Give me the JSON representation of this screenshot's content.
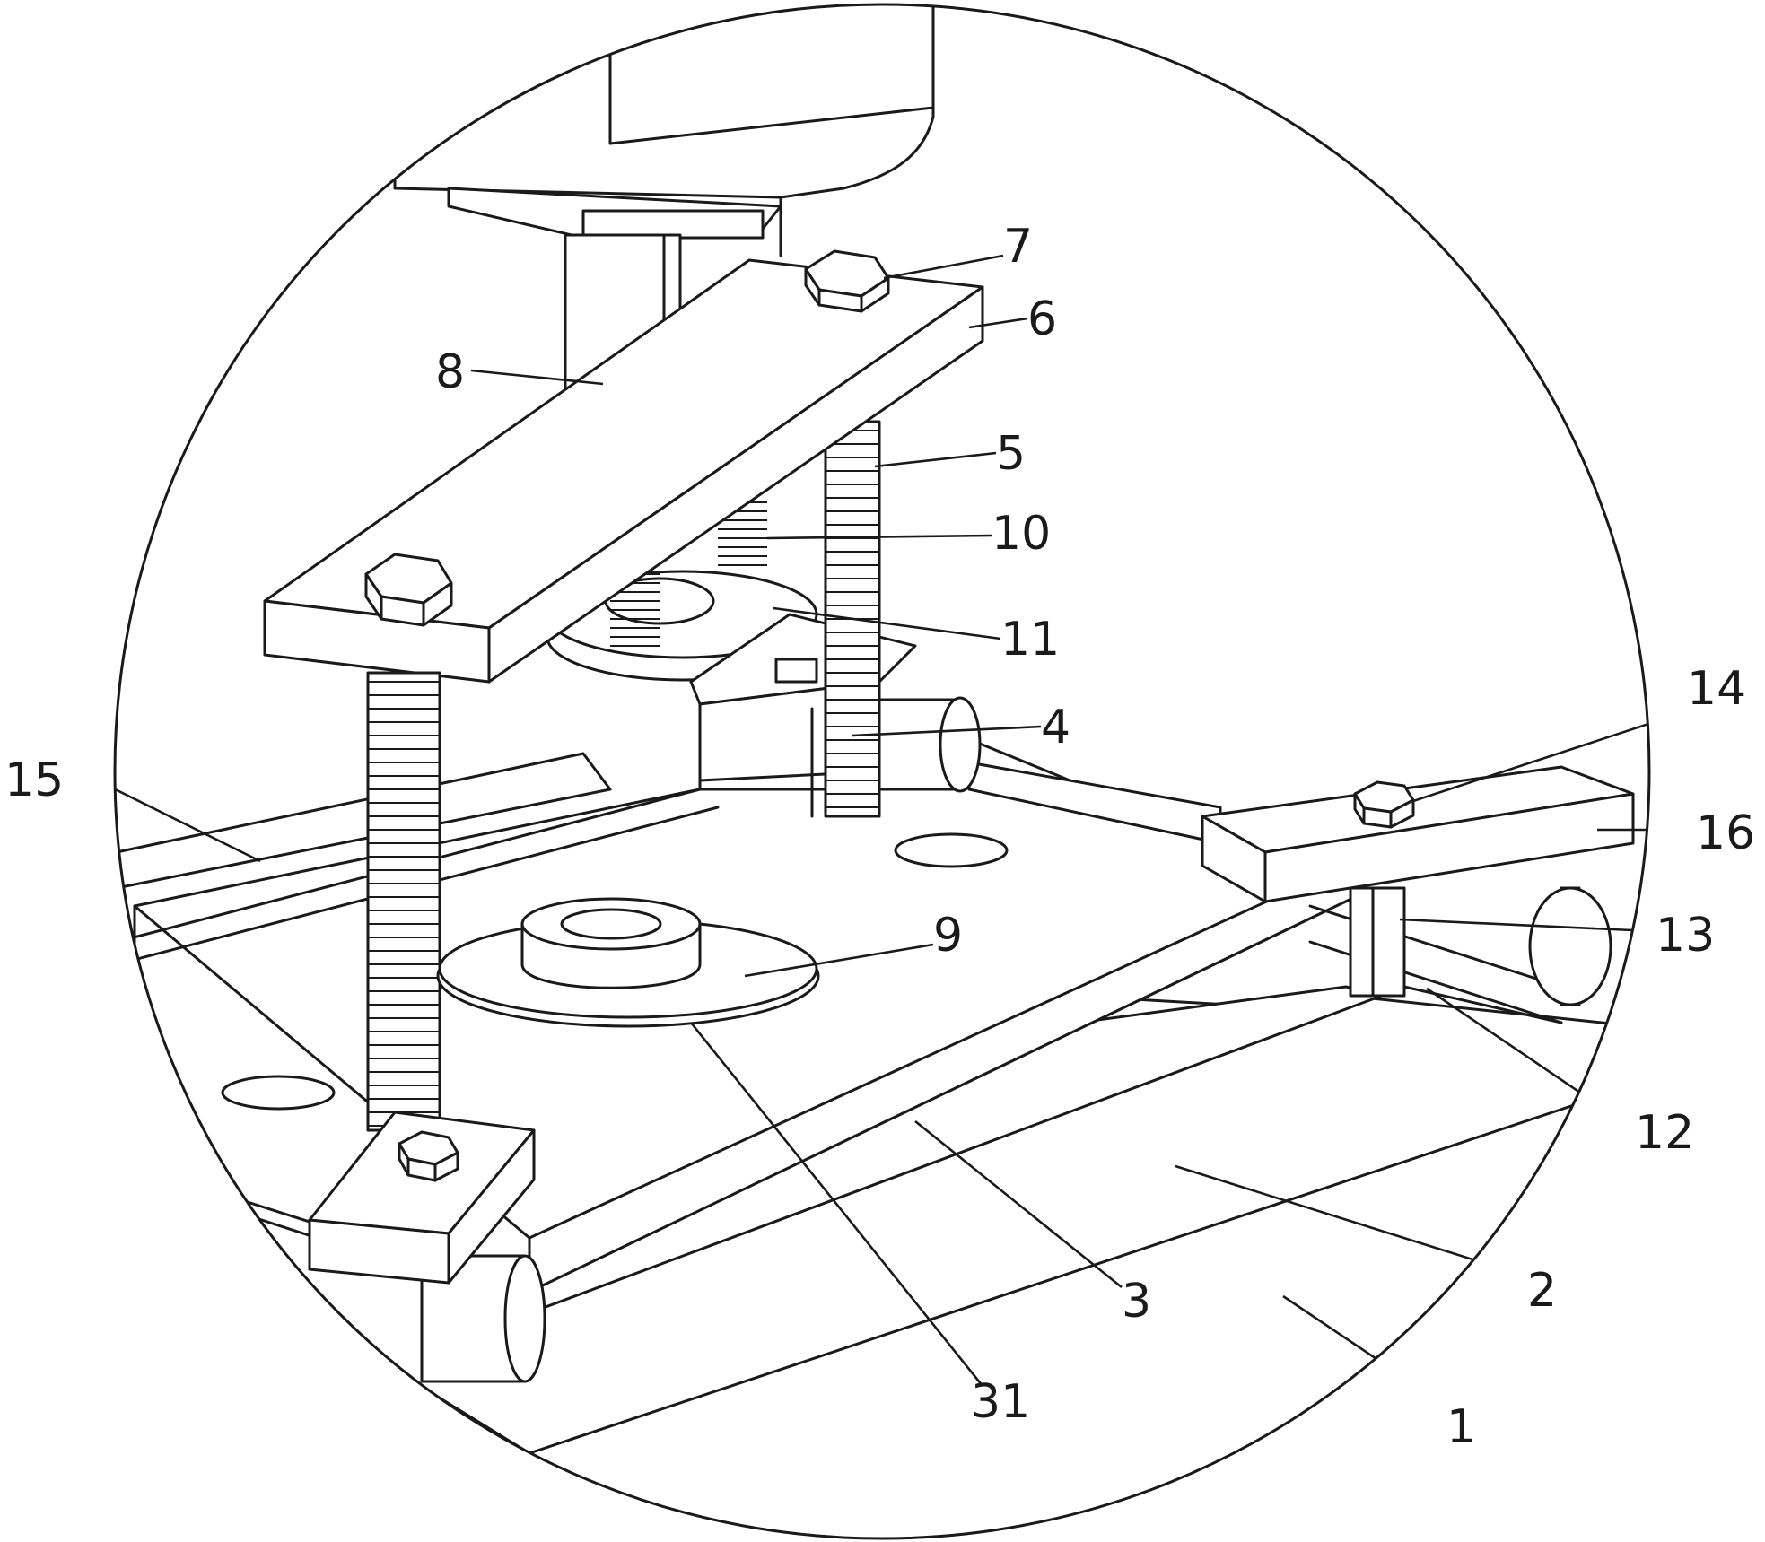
{
  "figure": {
    "labels": [
      {
        "id": "lbl-1",
        "text": "1"
      },
      {
        "id": "lbl-2",
        "text": "2"
      },
      {
        "id": "lbl-3",
        "text": "3"
      },
      {
        "id": "lbl-31",
        "text": "31"
      },
      {
        "id": "lbl-4",
        "text": "4"
      },
      {
        "id": "lbl-5",
        "text": "5"
      },
      {
        "id": "lbl-6",
        "text": "6"
      },
      {
        "id": "lbl-7",
        "text": "7"
      },
      {
        "id": "lbl-8",
        "text": "8"
      },
      {
        "id": "lbl-9",
        "text": "9"
      },
      {
        "id": "lbl-10",
        "text": "10"
      },
      {
        "id": "lbl-11",
        "text": "11"
      },
      {
        "id": "lbl-12",
        "text": "12"
      },
      {
        "id": "lbl-13",
        "text": "13"
      },
      {
        "id": "lbl-14",
        "text": "14"
      },
      {
        "id": "lbl-15",
        "text": "15"
      },
      {
        "id": "lbl-16",
        "text": "16"
      }
    ]
  }
}
